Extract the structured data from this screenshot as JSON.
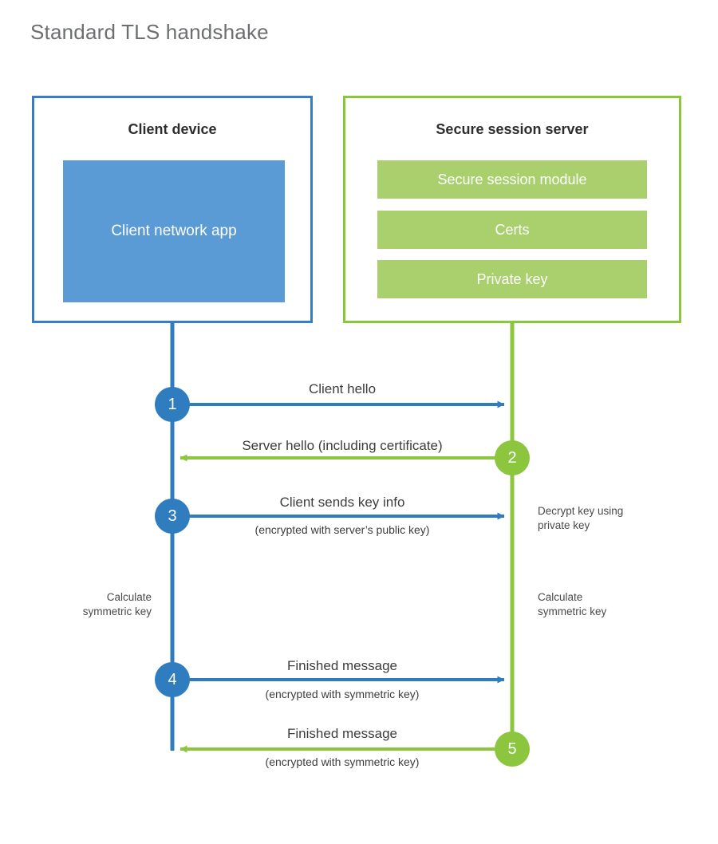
{
  "page": {
    "title": "Standard TLS handshake",
    "background": "#ffffff"
  },
  "colors": {
    "client_blue": "#3a7cbe",
    "client_app_fill": "#5b9bd5",
    "server_green": "#8cc63f",
    "server_bar_fill": "#aad06e",
    "step_blue": "#2f7cbe",
    "step_green": "#8cc63f",
    "title_gray": "#6d6e70",
    "text_dark": "#3d3d3d"
  },
  "client_panel": {
    "title": "Client device",
    "app_label": "Client network app"
  },
  "server_panel": {
    "title": "Secure session server",
    "bars": [
      {
        "label": "Secure session module"
      },
      {
        "label": "Certs"
      },
      {
        "label": "Private key"
      }
    ]
  },
  "steps": [
    {
      "number": "1",
      "side": "client",
      "direction": "right",
      "label": "Client hello",
      "sublabel": ""
    },
    {
      "number": "2",
      "side": "server",
      "direction": "left",
      "label": "Server hello (including certificate)",
      "sublabel": ""
    },
    {
      "number": "3",
      "side": "client",
      "direction": "right",
      "label": "Client sends key info",
      "sublabel": "(encrypted with server’s public key)"
    },
    {
      "number": "4",
      "side": "client",
      "direction": "right",
      "label": "Finished message",
      "sublabel": "(encrypted with symmetric key)"
    },
    {
      "number": "5",
      "side": "server",
      "direction": "left",
      "label": "Finished message",
      "sublabel": "(encrypted with symmetric key)"
    }
  ],
  "annotations": {
    "server_decrypt": "Decrypt key using\nprivate key",
    "client_calculate": "Calculate\nsymmetric key",
    "server_calculate": "Calculate\nsymmetric key"
  }
}
